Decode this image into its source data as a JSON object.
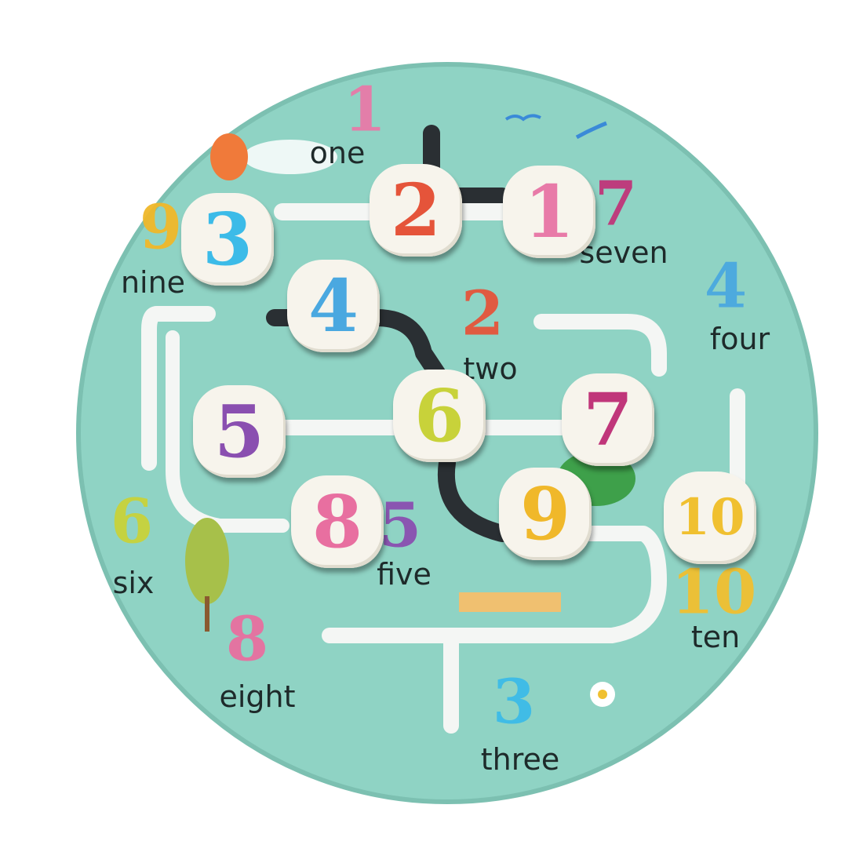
{
  "board_color": "#8fd3c4",
  "printed_labels": [
    {
      "id": "one",
      "word": "one",
      "numeral": "1",
      "color": "#e87aa8"
    },
    {
      "id": "two",
      "word": "two",
      "numeral": "2",
      "color": "#e5543a"
    },
    {
      "id": "three",
      "word": "three",
      "numeral": "3",
      "color": "#3cbbe8"
    },
    {
      "id": "four",
      "word": "four",
      "numeral": "4",
      "color": "#4aa8e0"
    },
    {
      "id": "five",
      "word": "five",
      "numeral": "5",
      "color": "#8a4fb0"
    },
    {
      "id": "six",
      "word": "six",
      "numeral": "6",
      "color": "#c8d23a"
    },
    {
      "id": "seven",
      "word": "seven",
      "numeral": "7",
      "color": "#c0367a"
    },
    {
      "id": "eight",
      "word": "eight",
      "numeral": "8",
      "color": "#e86fa0"
    },
    {
      "id": "nine",
      "word": "nine",
      "numeral": "9",
      "color": "#f0b82a"
    },
    {
      "id": "ten",
      "word": "ten",
      "numeral": "10",
      "color": "#f0c030"
    }
  ],
  "pieces": [
    {
      "numeral": "3",
      "color": "#3cbbe8"
    },
    {
      "numeral": "2",
      "color": "#e5543a"
    },
    {
      "numeral": "1",
      "color": "#e87aa8"
    },
    {
      "numeral": "4",
      "color": "#4aa8e0"
    },
    {
      "numeral": "6",
      "color": "#c8d23a"
    },
    {
      "numeral": "5",
      "color": "#8a4fb0"
    },
    {
      "numeral": "7",
      "color": "#c0367a"
    },
    {
      "numeral": "8",
      "color": "#e86fa0"
    },
    {
      "numeral": "9",
      "color": "#f0b82a"
    },
    {
      "numeral": "10",
      "color": "#f0c030"
    }
  ]
}
